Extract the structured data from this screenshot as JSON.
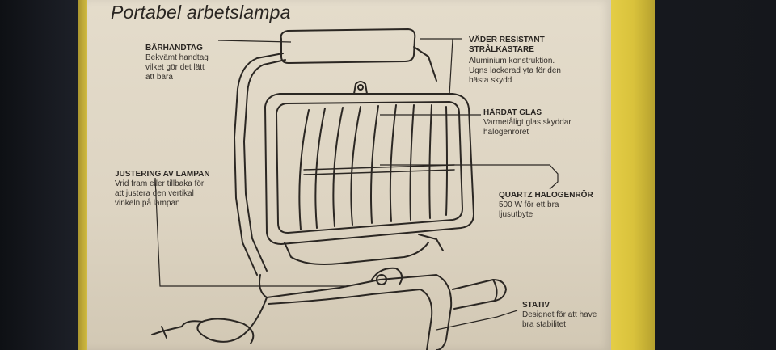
{
  "title": "Portabel arbetslampa",
  "labels": {
    "barhandtag": {
      "heading": "BÄRHANDTAG",
      "lines": [
        "Bekvämt handtag",
        "vilket gör det lätt",
        "att bära"
      ]
    },
    "justering": {
      "heading": "JUSTERING AV LAMPAN",
      "lines": [
        "Vrid fram eller tillbaka för",
        "att justera den vertikal",
        "vinkeln på lampan"
      ]
    },
    "vader": {
      "heading": [
        "VÄDER RESISTANT",
        "STRÅLKASTARE"
      ],
      "lines": [
        "Aluminium konstruktion.",
        "Ugns lackerad yta för den",
        "bästa skydd"
      ]
    },
    "hardat": {
      "heading": "HÄRDAT GLAS",
      "lines": [
        "Varmetåligt glas skyddar",
        "halogenröret"
      ]
    },
    "quartz": {
      "heading": "QUARTZ HALOGENRÖR",
      "lines": [
        "500 W för ett bra",
        "ljusutbyte"
      ]
    },
    "stativ": {
      "heading": "STATIV",
      "lines": [
        "Designet för att have",
        "bra stabilitet"
      ]
    }
  },
  "colors": {
    "card": "#e4dccb",
    "ink": "#2a2622",
    "yellow": "#e0c944"
  }
}
